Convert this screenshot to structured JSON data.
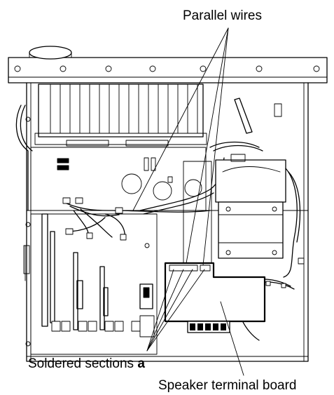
{
  "diagram": {
    "labels": {
      "parallel_wires": "Parallel wires",
      "soldered_sections_prefix": "Soldered sections ",
      "soldered_sections_suffix": "a",
      "speaker_terminal_board": "Speaker terminal board"
    }
  }
}
